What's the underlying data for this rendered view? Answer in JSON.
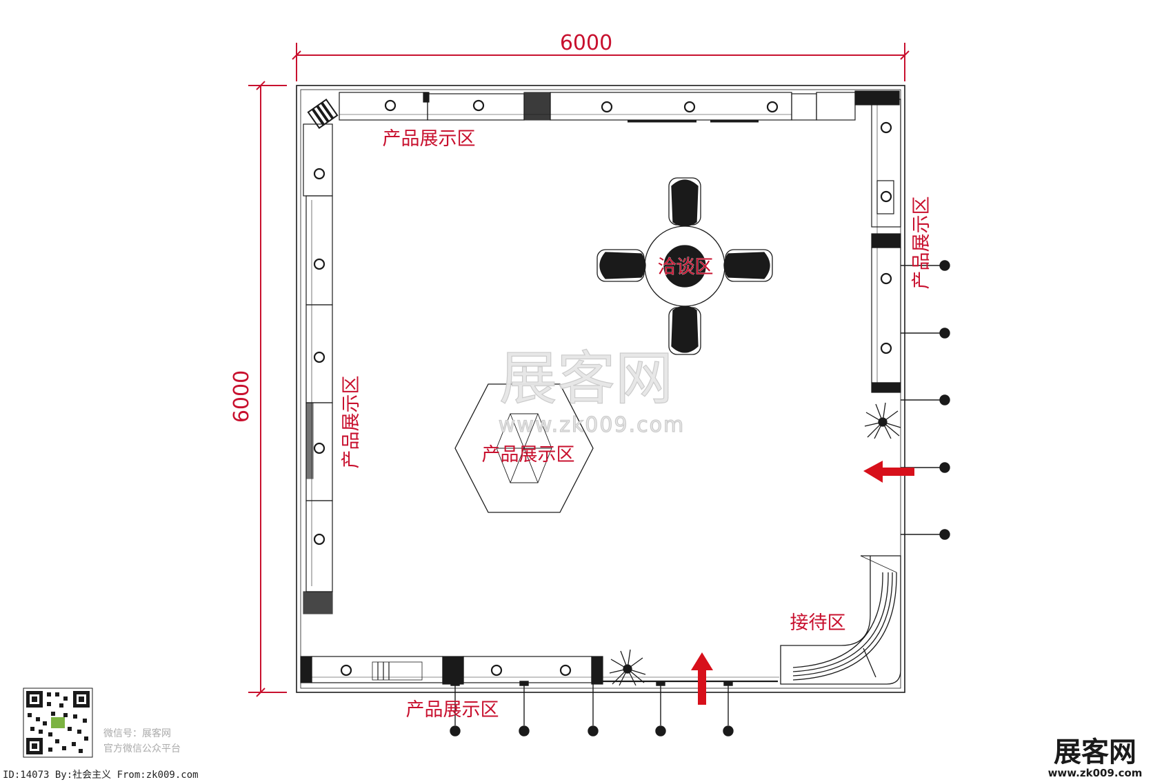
{
  "dimensions": {
    "top": "6000",
    "left": "6000"
  },
  "zones": {
    "top_display": "产品展示区",
    "left_display": "产品展示区",
    "right_display": "产品展示区",
    "center_display": "产品展示区",
    "bottom_display": "产品展示区",
    "negotiation": "洽谈区",
    "reception": "接待区"
  },
  "watermark": {
    "title": "展客网",
    "url": "www.zk009.com"
  },
  "footer": {
    "wechat_id": "微信号：展客网",
    "wechat_desc": "官方微信公众平台",
    "credit": "ID:14073 By:社会主义 From:zk009.com"
  },
  "logo": {
    "title": "展客网",
    "url": "www.zk009.com"
  },
  "colors": {
    "dimension": "#c8102e",
    "label": "#c8102e",
    "arrow": "#d7101b",
    "line": "#1a1a1a"
  },
  "icons": [
    "qr-code-icon",
    "entrance-arrow-icon",
    "chair-icon",
    "plant-icon",
    "spotlight-icon",
    "camera-icon"
  ]
}
